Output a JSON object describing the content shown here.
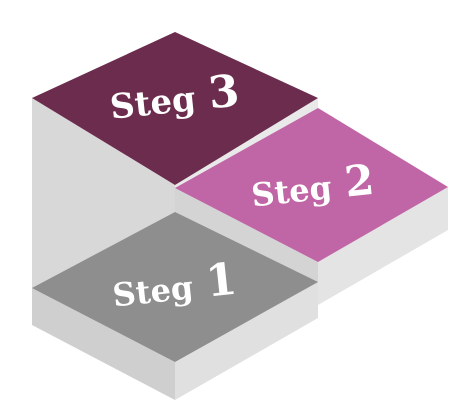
{
  "steps": [
    {
      "word": "Steg",
      "number": "1",
      "color": "#8e8e8f"
    },
    {
      "word": "Steg",
      "number": "2",
      "color": "#c065a5"
    },
    {
      "word": "Steg",
      "number": "3",
      "color": "#6c2c4d"
    }
  ],
  "colors": {
    "side_light": "#e7e7e8",
    "side_mid": "#d9d9da",
    "side_dark": "#c9c9ca",
    "background": "#ffffff"
  }
}
